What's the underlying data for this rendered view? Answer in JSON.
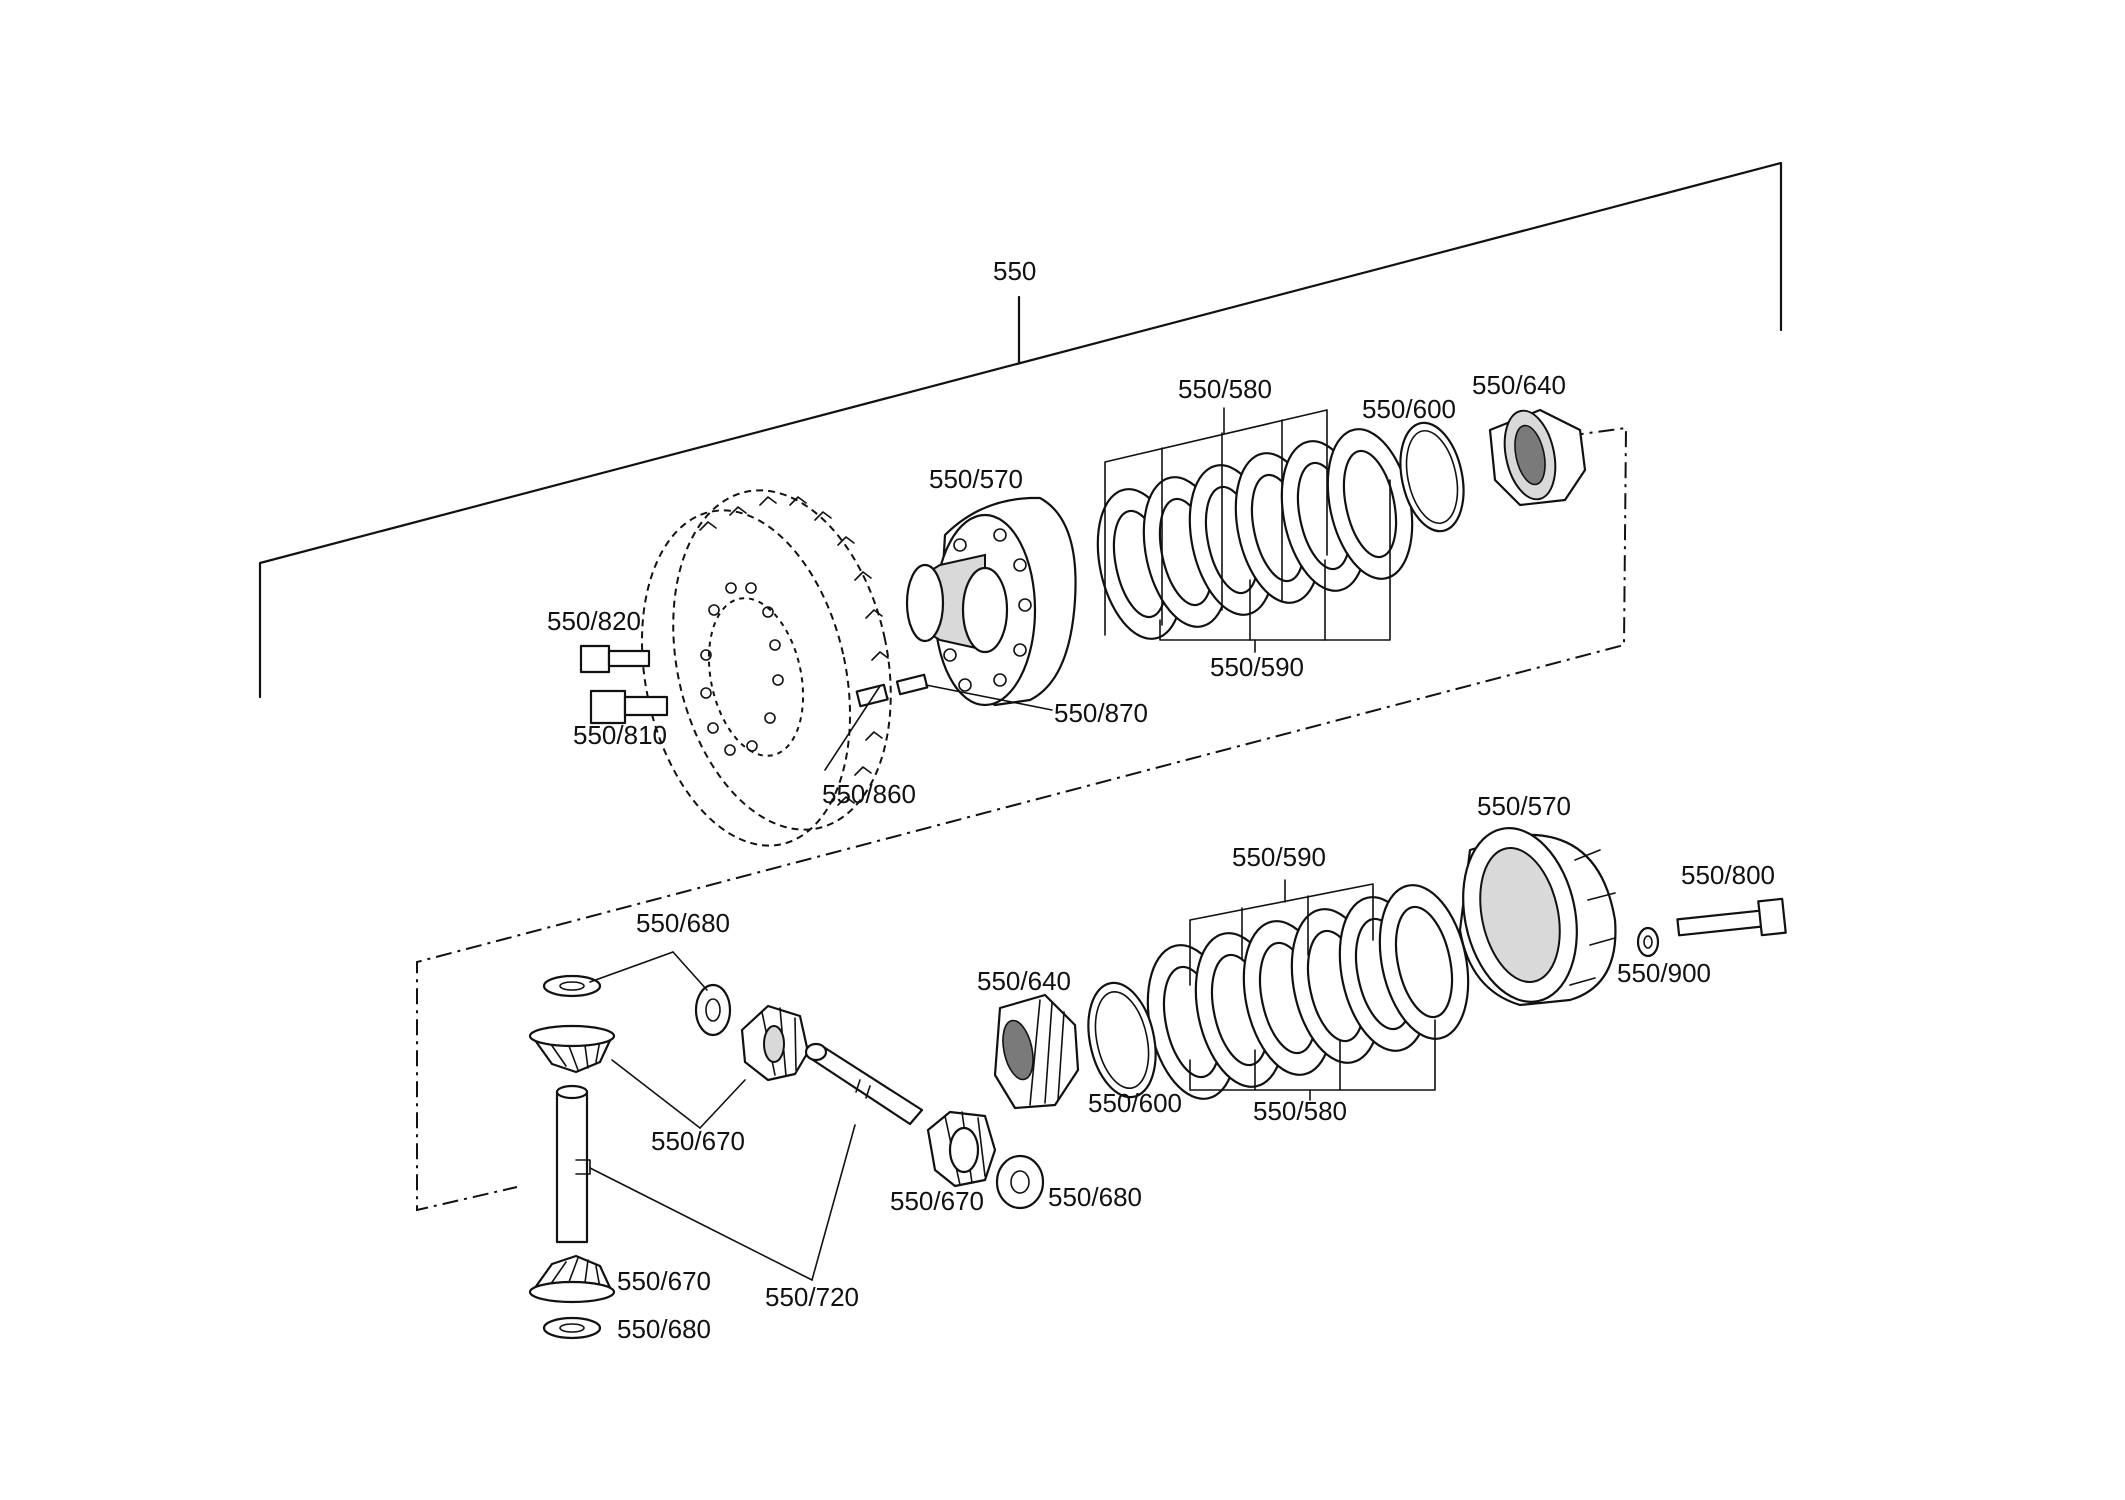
{
  "colors": {
    "line": "#111111",
    "background": "#ffffff",
    "shade": "#d9d9d9"
  },
  "callouts": {
    "assembly": "550",
    "upper_housing": "550/570",
    "upper_plates_outer": "550/580",
    "upper_plates_inner": "550/590",
    "upper_washer": "550/600",
    "upper_side_gear": "550/640",
    "bolt_820": "550/820",
    "bolt_810": "550/810",
    "pin_870": "550/870",
    "pin_860": "550/860",
    "lower_housing": "550/570",
    "bolt_800": "550/800",
    "nut_900": "550/900",
    "lower_plates_inner": "550/590",
    "lower_plates_outer": "550/580",
    "lower_side_gear": "550/640",
    "lower_washer": "550/600",
    "thrust_washer_top": "550/680",
    "thrust_washer_right": "550/680",
    "thrust_washer_bottom": "550/680",
    "pinion_left": "550/670",
    "pinion_right": "550/670",
    "pinion_bottom": "550/670",
    "cross_shaft": "550/720"
  }
}
